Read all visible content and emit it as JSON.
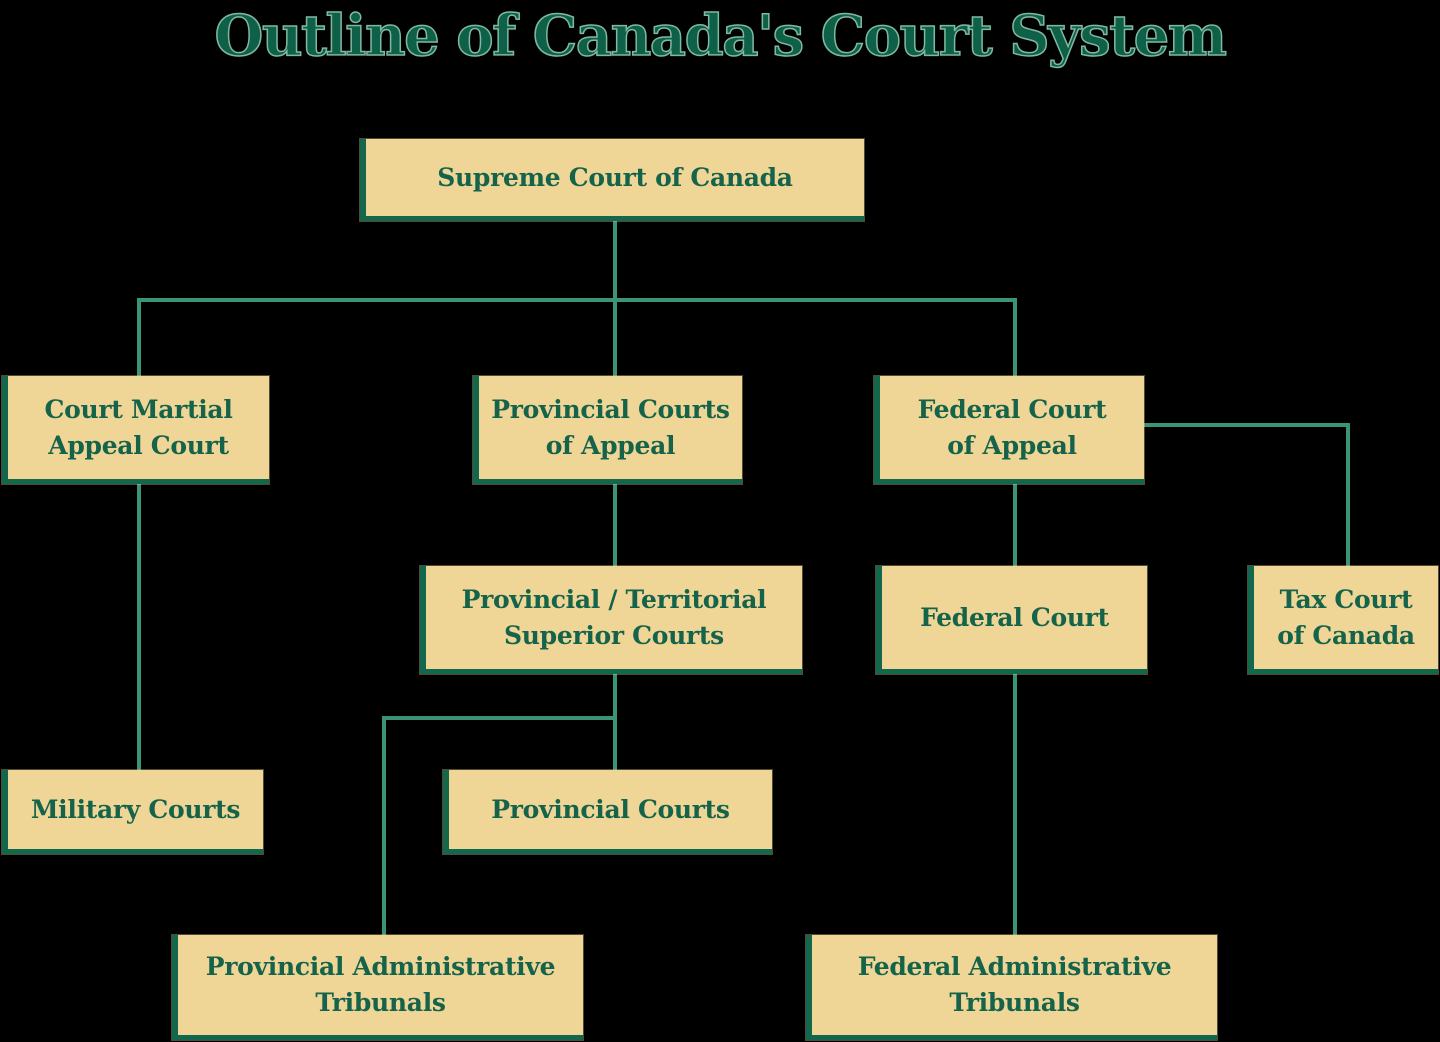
{
  "title": "Outline of Canada's Court System",
  "colors": {
    "background": "#000000",
    "box_fill": "#efd596",
    "box_accent": "#12674c",
    "text": "#14634a",
    "connector": "#3c9478"
  },
  "nodes": {
    "supreme": "Supreme Court of Canada",
    "court_martial_appeal": "Court Martial\nAppeal Court",
    "provincial_appeal": "Provincial Courts\nof Appeal",
    "federal_appeal": "Federal Court\nof Appeal",
    "superior": "Provincial / Territorial\nSuperior Courts",
    "federal_court": "Federal Court",
    "tax_court": "Tax Court\nof Canada",
    "military": "Military Courts",
    "provincial_courts": "Provincial Courts",
    "provincial_tribunals": "Provincial Administrative\nTribunals",
    "federal_tribunals": "Federal Administrative\nTribunals"
  }
}
